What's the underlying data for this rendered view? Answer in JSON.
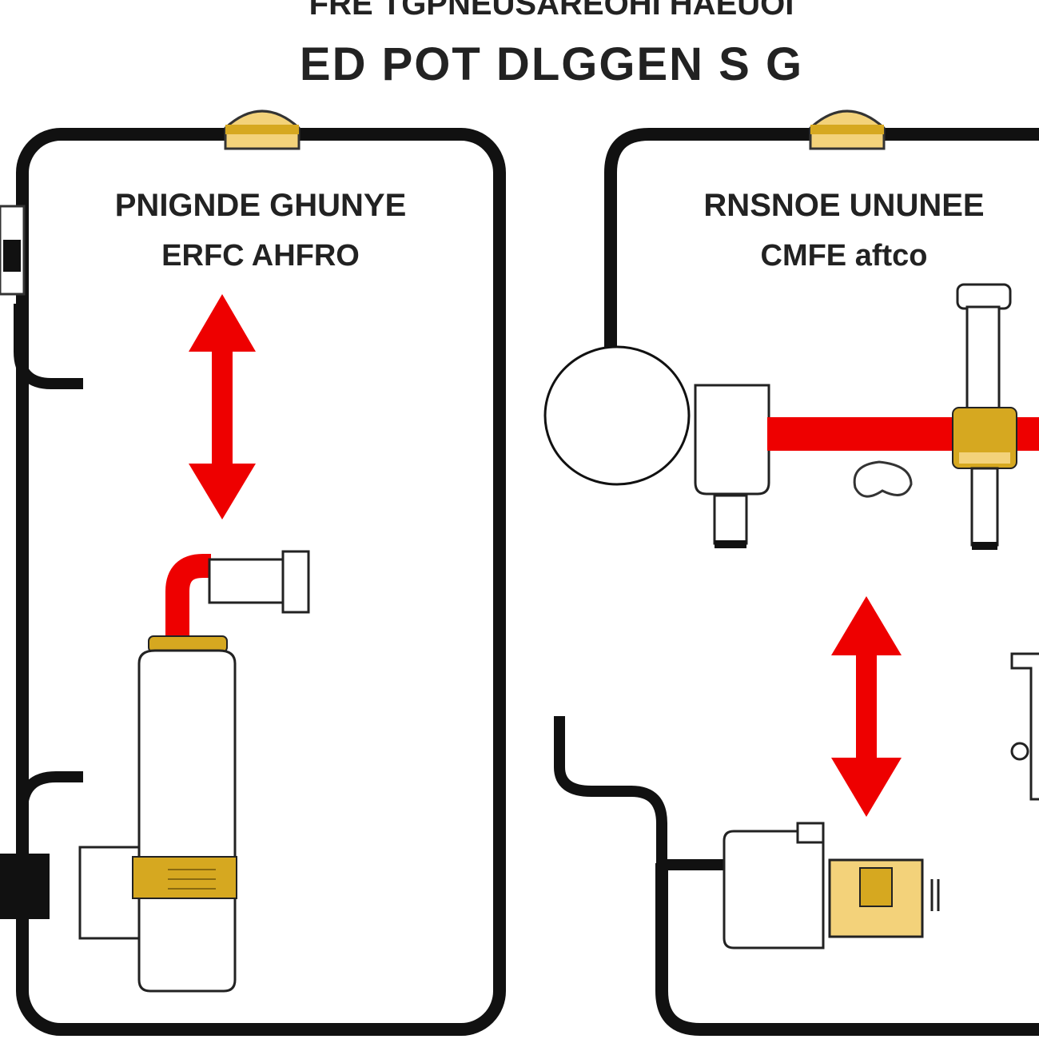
{
  "header": {
    "title_top": "FRE TGPNEUSAREOHI HAEUOI",
    "title": "ED POT DLGGEN S G"
  },
  "left_panel": {
    "label_line1": "PNIGNDE GHUNYE",
    "label_line2": "ERFC AHFRO"
  },
  "right_panel": {
    "label_line1": "RNSNOE UNUNEE",
    "label_line2": "CMFE aftco"
  },
  "colors": {
    "outline": "#111111",
    "arrow": "#ee0000",
    "pipe": "#ee0000",
    "brass": "#d6a820",
    "brass_light": "#f3d27a",
    "background": "#ffffff"
  }
}
